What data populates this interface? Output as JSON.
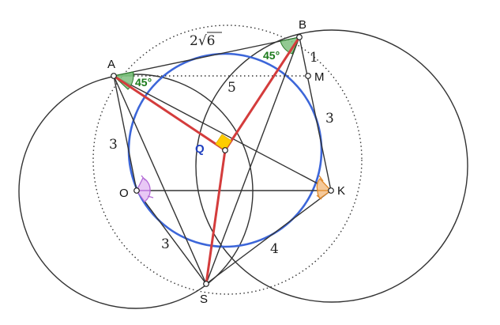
{
  "points": {
    "A": "A",
    "B": "B",
    "M": "M",
    "Q": "Q",
    "O": "O",
    "K": "K",
    "S": "S"
  },
  "lengths": {
    "AB_prefix": "2",
    "AB_radicand": "6",
    "BM": "1",
    "AM_to_Q": "5",
    "MK": "3",
    "AO": "3",
    "OS": "3",
    "SK": "4"
  },
  "angles": {
    "A": "45°",
    "B": "45°"
  },
  "colors": {
    "incircle": "#3c66d9",
    "red_segments": "#d43c3c",
    "angle_fill_green": "#7fbf7f",
    "angle_text_green": "#1b7a1b",
    "angle_mark_orange": "#e08a2c",
    "angle_mark_violet": "#b36ad6",
    "right_angle_fill": "#ffcc00",
    "q_label": "#1f3fbf"
  }
}
